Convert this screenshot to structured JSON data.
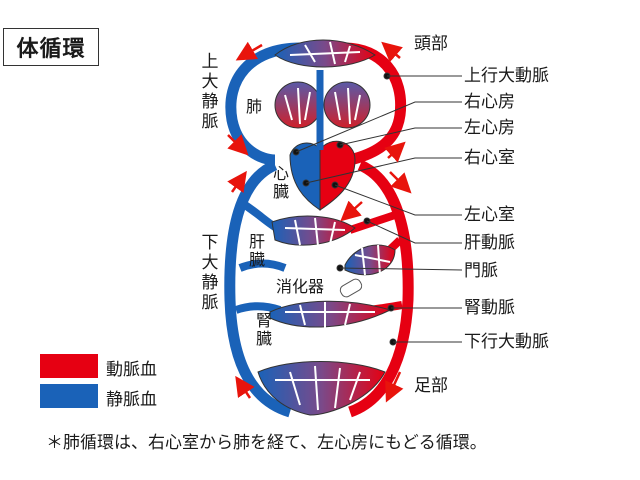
{
  "title": "体循環",
  "colors": {
    "arterial": "#e60012",
    "venous": "#1a62b8",
    "leader": "#333333",
    "arrow": "#e8140c"
  },
  "side_labels": {
    "superior_vena_cava": [
      "上",
      "大",
      "静",
      "脈"
    ],
    "inferior_vena_cava": [
      "下",
      "大",
      "静",
      "脈"
    ]
  },
  "region_labels": {
    "head": "頭部",
    "legs": "足部"
  },
  "organs": {
    "lung": "肺",
    "heart": [
      "心",
      "臓"
    ],
    "liver": [
      "肝",
      "臓"
    ],
    "digestive": "消化器",
    "kidney": [
      "腎",
      "臓"
    ]
  },
  "callouts": [
    {
      "label": "上行大動脈"
    },
    {
      "label": "右心房"
    },
    {
      "label": "左心房"
    },
    {
      "label": "右心室"
    },
    {
      "label": "左心室"
    },
    {
      "label": "肝動脈"
    },
    {
      "label": "門脈"
    },
    {
      "label": "腎動脈"
    },
    {
      "label": "下行大動脈"
    }
  ],
  "legend": [
    {
      "label": "動脈血",
      "color": "#e60012"
    },
    {
      "label": "静脈血",
      "color": "#1a62b8"
    }
  ],
  "caption": "＊肺循環は、右心室から肺を経て、左心房にもどる循環。"
}
